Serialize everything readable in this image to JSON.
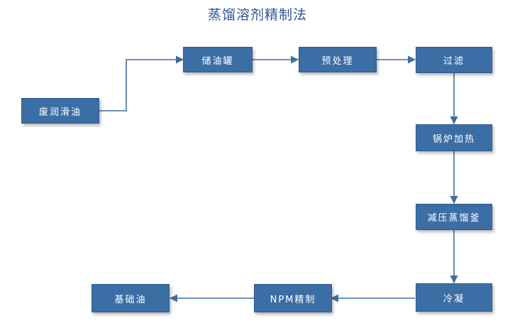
{
  "title": "蒸馏溶剂精制法",
  "nodes": {
    "waste_oil": "废润滑油",
    "storage_tank": "储油罐",
    "pretreatment": "预处理",
    "filtration": "过滤",
    "boiler_heating": "锅炉加热",
    "vacuum_distillation": "减压蒸馏釜",
    "condensation": "冷凝",
    "npm_refining": "NPM精制",
    "base_oil": "基础油"
  },
  "colors": {
    "node_fill": "#3c6ea6",
    "node_border": "#2f5a8a",
    "node_text": "#ffffff",
    "connector": "#3f6f9f",
    "title_text": "#2f5597"
  }
}
